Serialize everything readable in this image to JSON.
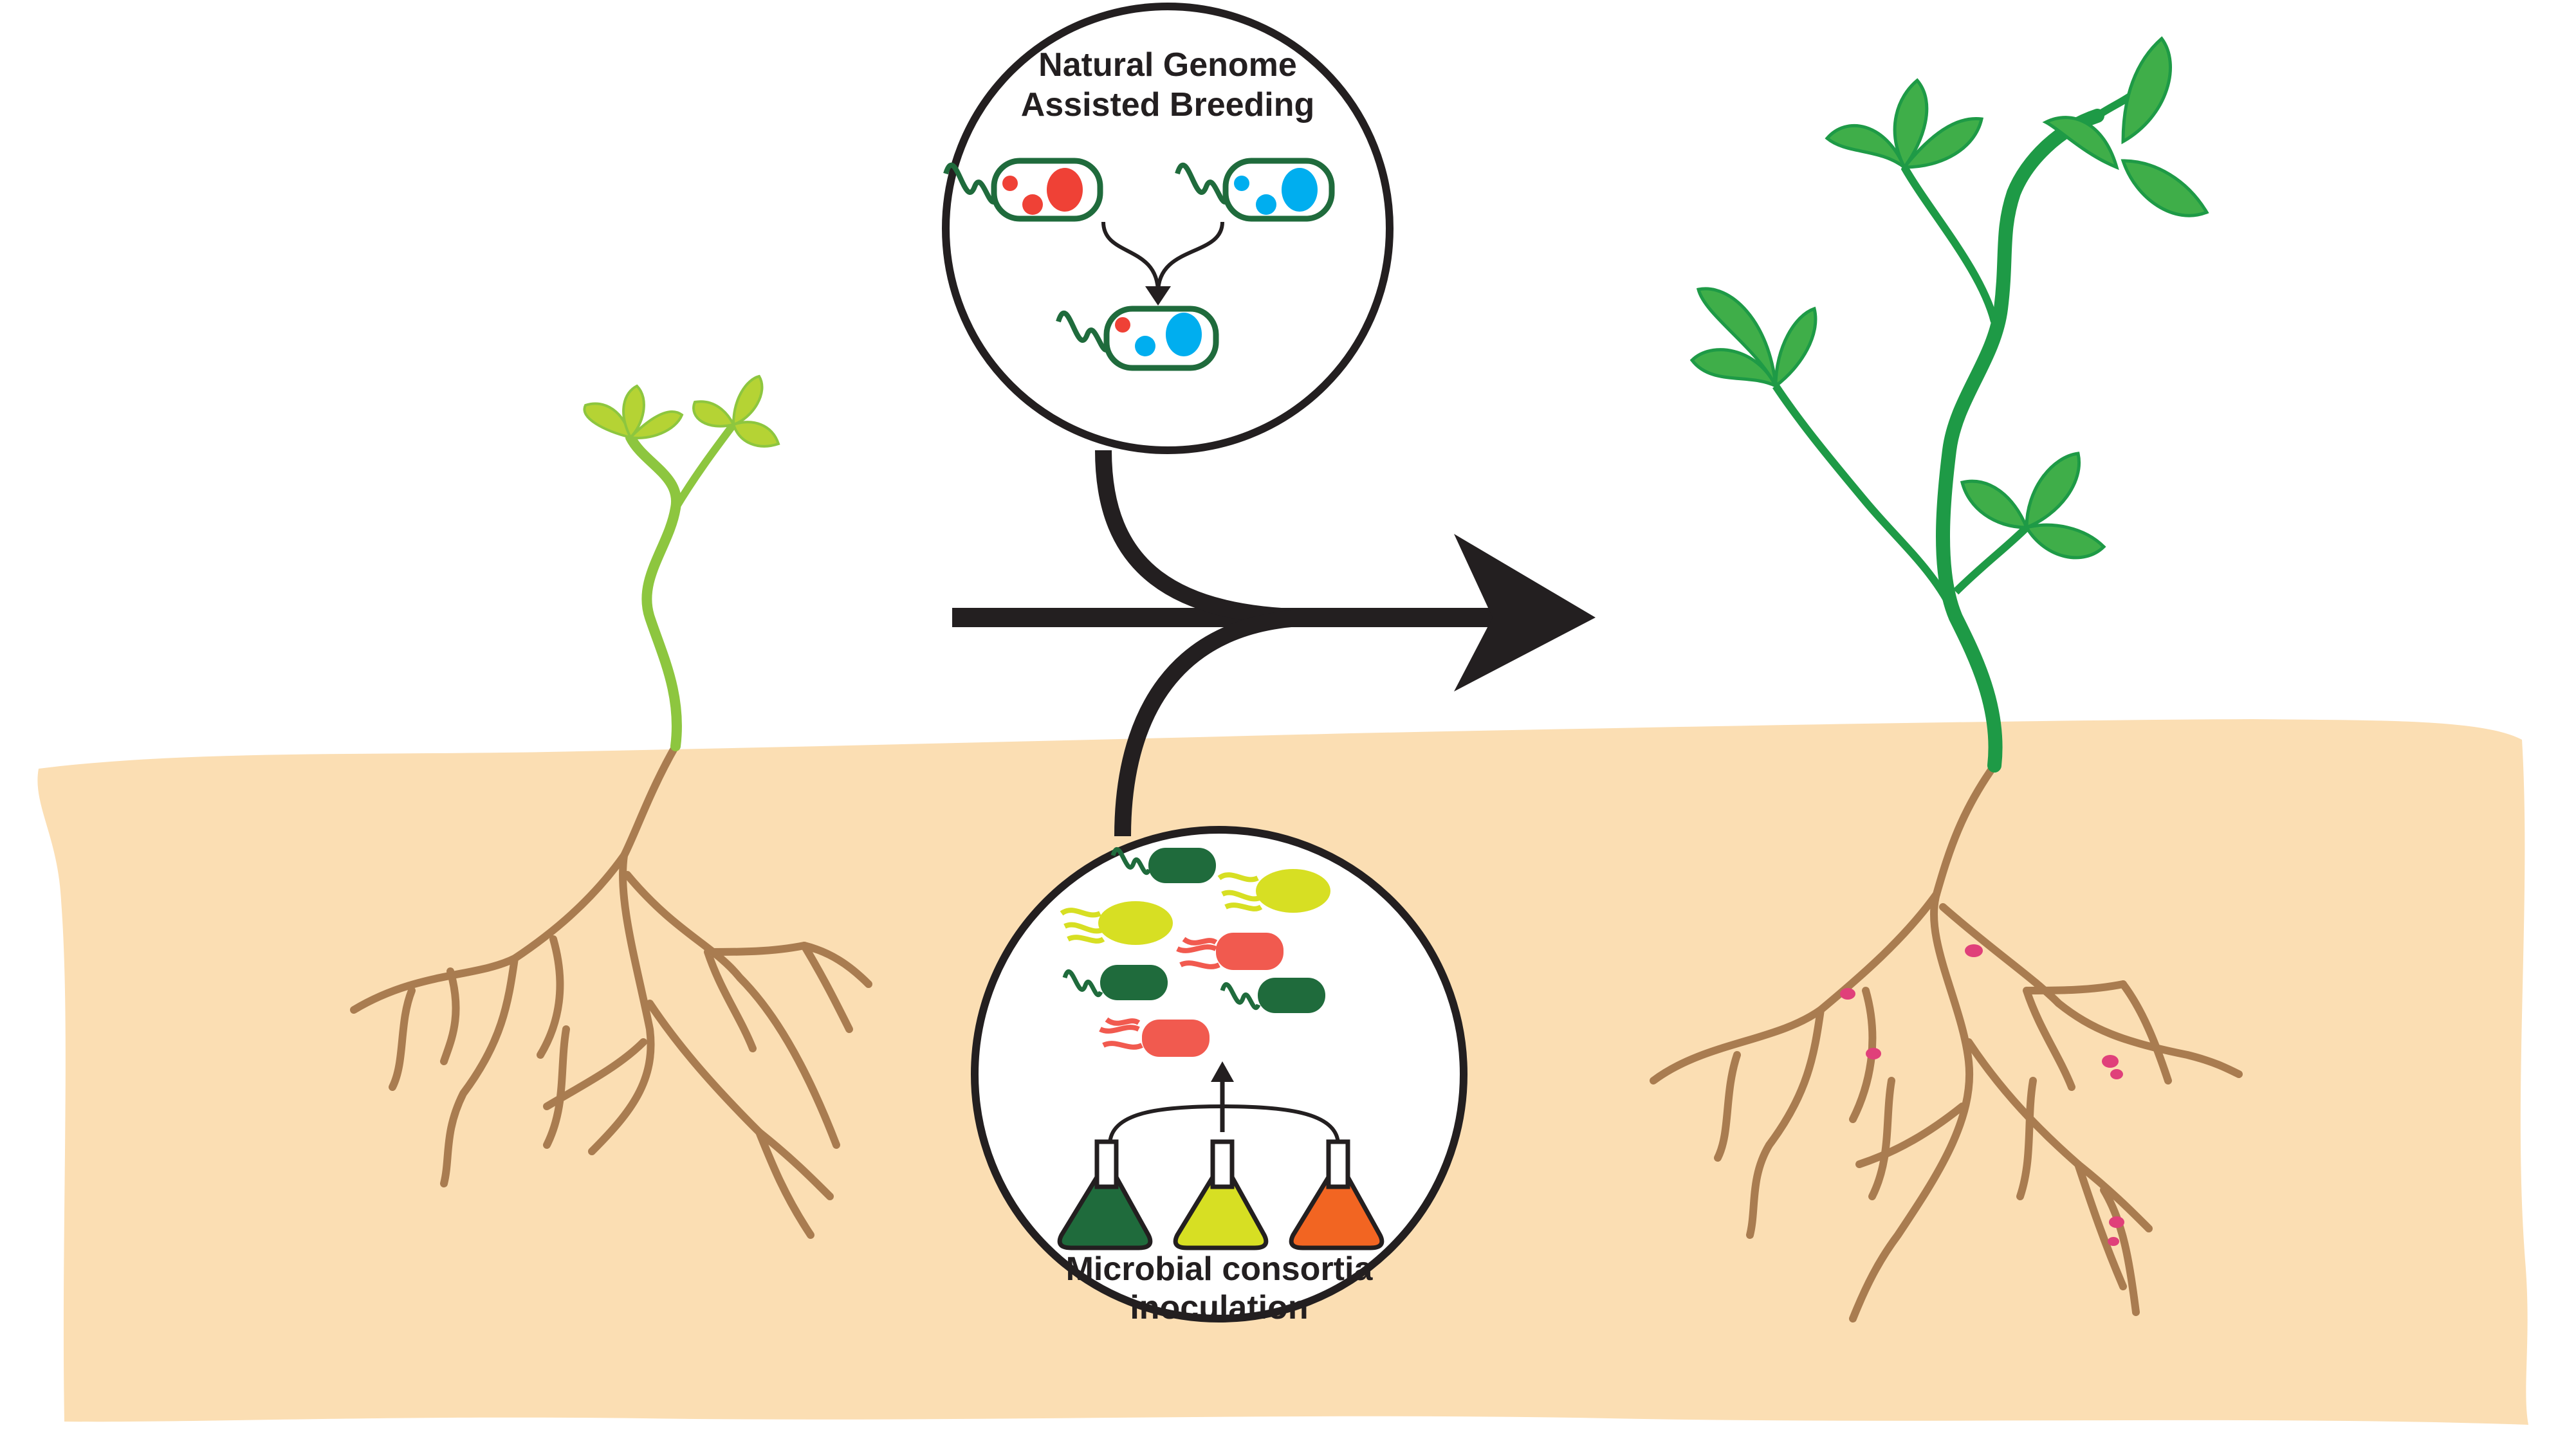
{
  "labels": {
    "breeding_line1": "Natural Genome",
    "breeding_line2": "Assisted Breeding",
    "consortia_line1": "Microbial consortia",
    "consortia_line2": "inoculation"
  },
  "colors": {
    "soil": "#fbdeb3",
    "outline": "#231f20",
    "root": "#a97c50",
    "seedling_stem": "#8dc63f",
    "seedling_leaf": "#b5d334",
    "plant_stem": "#1e9a46",
    "plant_leaf": "#3fae49",
    "nodule": "#e0407a",
    "bacteria_red": "#ef4136",
    "bacteria_blue": "#00aeef",
    "bacteria_dark_green": "#1f6b3c",
    "bacteria_yellow": "#d7df23",
    "bacteria_salmon": "#f15a4f",
    "flask_orange": "#f26522"
  }
}
